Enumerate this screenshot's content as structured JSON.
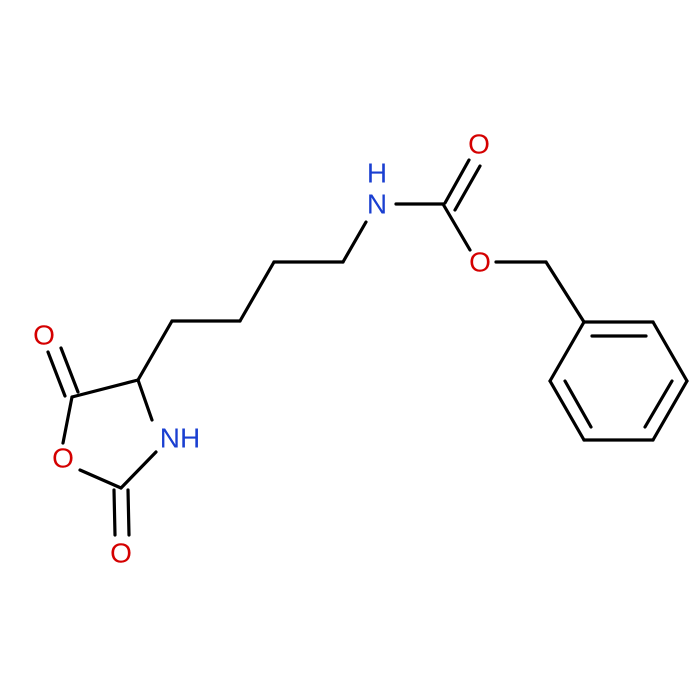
{
  "molecule": {
    "atoms": {
      "O_carbonyl_top": {
        "label": "O",
        "color": "#d40000"
      },
      "N_carbamate": {
        "label": "N",
        "h_label": "H",
        "color": "#1a3fd1"
      },
      "O_ester": {
        "label": "O",
        "color": "#d40000"
      },
      "O_ring_carbonyl_top": {
        "label": "O",
        "color": "#d40000"
      },
      "NH_ring": {
        "label": "NH",
        "color": "#1a3fd1"
      },
      "O_ring": {
        "label": "O",
        "color": "#d40000"
      },
      "O_ring_carbonyl_bottom": {
        "label": "O",
        "color": "#d40000"
      }
    }
  }
}
